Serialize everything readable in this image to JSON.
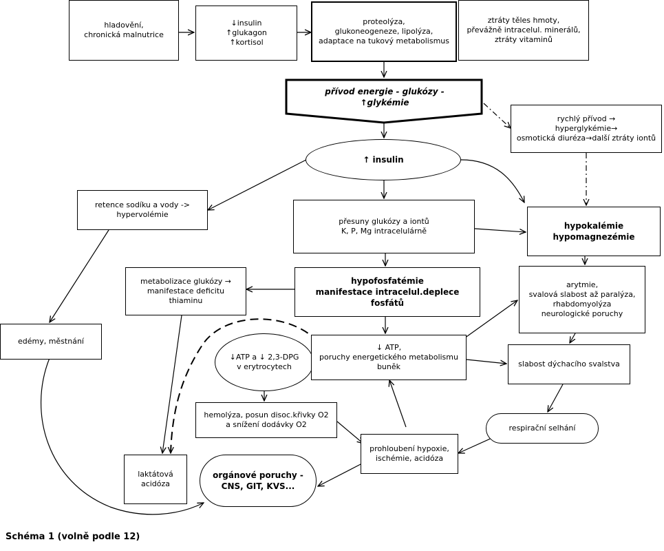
{
  "diagram": {
    "caption": "Schéma 1 (volně podle 12)",
    "nodes": {
      "hladoveni": "hladovění,\nchronická malnutrice",
      "insulin_glukagon": "↓insulin\n↑glukagon\n↑kortisol",
      "proteolyza": "proteolýza,\nglukoneogeneze, lipolýza,\nadaptace na tukový metabolismus",
      "ztraty": "ztráty těles hmoty,\npřevážně intracelul. minerálů,\nztráty vitaminů",
      "privod": "přívod energie - glukózy -\n↑glykémie",
      "rychly": "rychlý přívod →\nhyperglykémie→\nosmotická diuréza→další ztráty iontů",
      "insulin_up": "↑ insulin",
      "retence": "retence sodíku a vody ->\nhypervolémie",
      "presuny": "přesuny glukózy a iontů\nK, P, Mg intracelulárně",
      "hypokalemie": "hypokalémie\nhypomagnezémie",
      "metabolizace": "metabolizace glukózy →\nmanifestace deficitu\nthiaminu",
      "hypofosfatemie": "hypofosfatémie\nmanifestace intracelul.deplece fosfátů",
      "arytmie": "arytmie,\nsvalová slabost až paralýza,\nrhabdomyolýza\nneurologické poruchy",
      "edemy": "edémy, městnání",
      "atp_dpg": "↓ATP a ↓ 2,3-DPG\nv erytrocytech",
      "atp_poruchy": "↓ ATP,\nporuchy energetického metabolismu\nbuněk",
      "slabost": "slabost dýchacího svalstva",
      "hemolyza": "hemolýza, posun disoc.křivky O2\na snížení dodávky O2",
      "respiracni": "respirační selhání",
      "prohloubeni": "prohloubení hypoxie,\nischémie, acidóza",
      "laktatova": "laktátová\nacidóza",
      "organove": "orgánové poruchy -\nCNS, GIT, KVS..."
    }
  }
}
